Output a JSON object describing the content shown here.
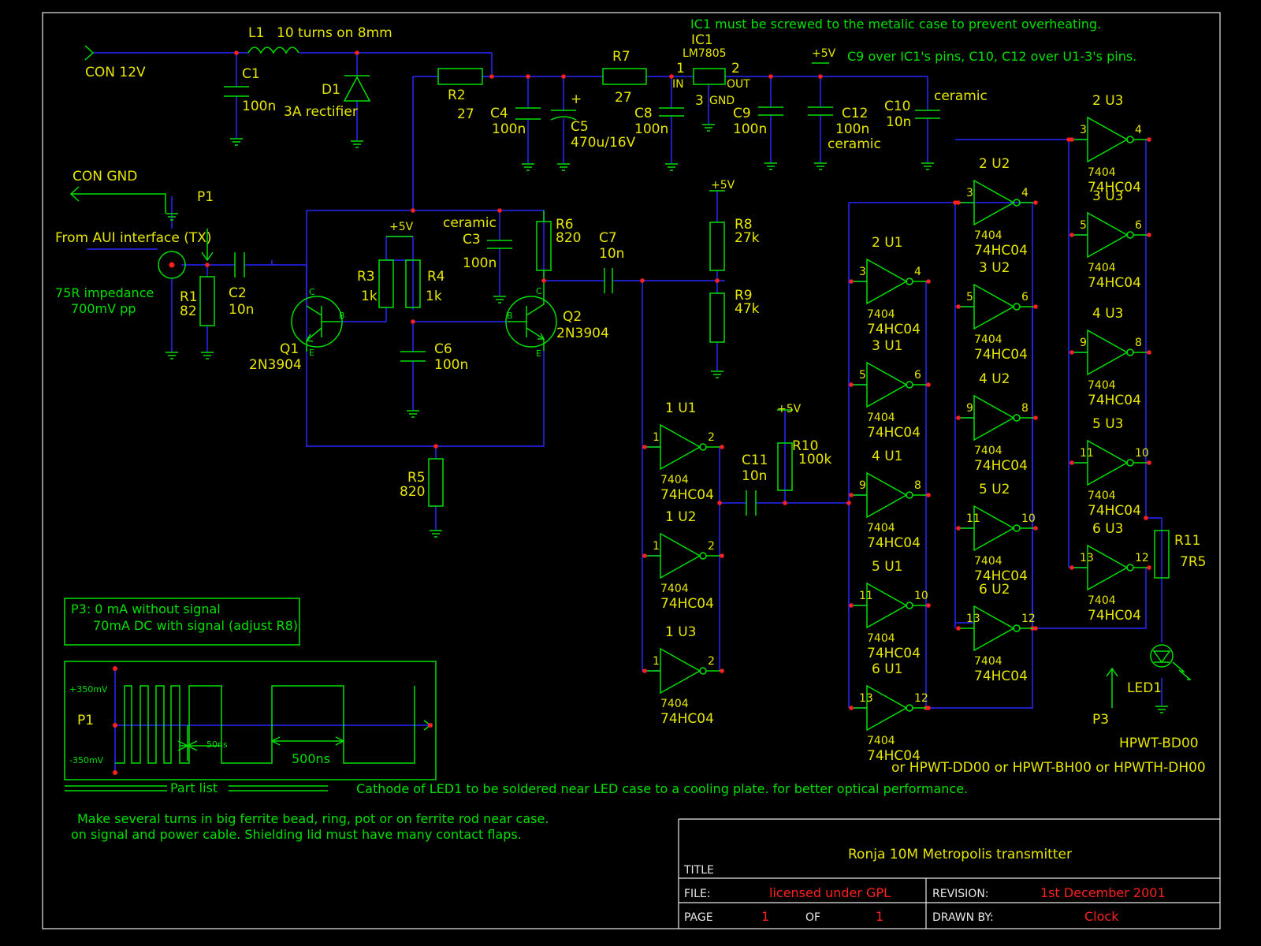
{
  "notes": {
    "ic1_note": "IC1 must be screwed to the metalic case to prevent overheating.",
    "cap_note": "C9 over IC1's pins, C10, C12 over U1-3's pins.",
    "p3_line1": "P3: 0 mA without signal",
    "p3_line2": "70mA DC with signal (adjust R8)",
    "part_list": "Part list",
    "cathode_note": "Cathode of LED1 to be soldered near LED case to a cooling plate. for better optical performance.",
    "ferrite_line1": "Make several turns in big ferrite bead, ring, pot or on ferrite rod near case.",
    "ferrite_line2": "on signal and power cable. Shielding lid must have many contact flaps.",
    "led_alt_1": "HPWT-BD00",
    "led_alt_2": "or HPWT-DD00 or HPWT-BH00 or HPWTH-DH00"
  },
  "labels": {
    "con12v": "CON 12V",
    "congnd": "CON GND",
    "from_aui": "From AUI interface (TX)",
    "impedance": "75R impedance",
    "vpp": "700mV pp",
    "p1": "P1",
    "p3": "P3",
    "l1": "L1",
    "l1_desc": "10 turns on 8mm",
    "d1": "D1",
    "d1_desc": "3A rectifier",
    "c1": "C1",
    "c1_val": "100n",
    "r2": "R2",
    "r2_val": "27",
    "r7": "R7",
    "r7_val": "27",
    "ic1": "IC1",
    "ic1_type": "LM7805",
    "pin_in": "IN",
    "pin_out": "OUT",
    "pin_gnd": "GND",
    "pin1": "1",
    "pin2": "2",
    "pin3": "3",
    "c4": "C4",
    "c4_val": "100n",
    "c5": "C5",
    "c5_val": "470u/16V",
    "c8": "C8",
    "c8_val": "100n",
    "c9": "C9",
    "c9_val": "100n",
    "c12": "C12",
    "c12_val": "100n",
    "c12_type": "ceramic",
    "c10": "C10",
    "c10_val": "10n",
    "c10_type": "ceramic",
    "plus5v": "+5V",
    "plus": "+",
    "r1": "R1",
    "r1_val": "82",
    "c2": "C2",
    "c2_val": "10n",
    "q1": "Q1",
    "q1_type": "2N3904",
    "q2": "Q2",
    "q2_type": "2N3904",
    "r3": "R3",
    "r3_val": "1k",
    "r4": "R4",
    "r4_val": "1k",
    "c3": "C3",
    "c3_val": "100n",
    "c3_type": "ceramic",
    "c6": "C6",
    "c6_val": "100n",
    "r6": "R6",
    "r6_val": "820",
    "r5": "R5",
    "r5_val": "820",
    "c7": "C7",
    "c7_val": "10n",
    "r8": "R8",
    "r8_val": "27k",
    "r9": "R9",
    "r9_val": "47k",
    "c11": "C11",
    "c11_val": "10n",
    "r10": "R10",
    "r10_val": "100k",
    "r11": "R11",
    "r11_val": "7R5",
    "led1": "LED1",
    "pin_b": "B",
    "pin_c": "C",
    "pin_e": "E"
  },
  "gates": [
    {
      "ref": "1 U1",
      "pin_in": "1",
      "pin_out": "2",
      "t1": "7404",
      "t2": "74HC04"
    },
    {
      "ref": "1 U2",
      "pin_in": "1",
      "pin_out": "2",
      "t1": "7404",
      "t2": "74HC04"
    },
    {
      "ref": "1 U3",
      "pin_in": "1",
      "pin_out": "2",
      "t1": "7404",
      "t2": "74HC04"
    },
    {
      "ref": "2 U1",
      "pin_in": "3",
      "pin_out": "4",
      "t1": "7404",
      "t2": "74HC04"
    },
    {
      "ref": "3 U1",
      "pin_in": "5",
      "pin_out": "6",
      "t1": "7404",
      "t2": "74HC04"
    },
    {
      "ref": "4 U1",
      "pin_in": "9",
      "pin_out": "8",
      "t1": "7404",
      "t2": "74HC04"
    },
    {
      "ref": "5 U1",
      "pin_in": "11",
      "pin_out": "10",
      "t1": "7404",
      "t2": "74HC04"
    },
    {
      "ref": "6 U1",
      "pin_in": "13",
      "pin_out": "12",
      "t1": "7404",
      "t2": "74HC04"
    },
    {
      "ref": "2 U2",
      "pin_in": "3",
      "pin_out": "4",
      "t1": "7404",
      "t2": "74HC04"
    },
    {
      "ref": "3 U2",
      "pin_in": "5",
      "pin_out": "6",
      "t1": "7404",
      "t2": "74HC04"
    },
    {
      "ref": "4 U2",
      "pin_in": "9",
      "pin_out": "8",
      "t1": "7404",
      "t2": "74HC04"
    },
    {
      "ref": "5 U2",
      "pin_in": "11",
      "pin_out": "10",
      "t1": "7404",
      "t2": "74HC04"
    },
    {
      "ref": "6 U2",
      "pin_in": "13",
      "pin_out": "12",
      "t1": "7404",
      "t2": "74HC04"
    },
    {
      "ref": "2 U3",
      "pin_in": "3",
      "pin_out": "4",
      "t1": "7404",
      "t2": "74HC04"
    },
    {
      "ref": "3 U3",
      "pin_in": "5",
      "pin_out": "6",
      "t1": "7404",
      "t2": "74HC04"
    },
    {
      "ref": "4 U3",
      "pin_in": "9",
      "pin_out": "8",
      "t1": "7404",
      "t2": "74HC04"
    },
    {
      "ref": "5 U3",
      "pin_in": "11",
      "pin_out": "10",
      "t1": "7404",
      "t2": "74HC04"
    },
    {
      "ref": "6 U3",
      "pin_in": "13",
      "pin_out": "12",
      "t1": "7404",
      "t2": "74HC04"
    }
  ],
  "waveform": {
    "p1": "P1",
    "plus": "+350mV",
    "minus": "-350mV",
    "t50": "50ns",
    "t500": "500ns"
  },
  "title_block": {
    "title_label": "TITLE",
    "title": "Ronja 10M Metropolis transmitter",
    "file_label": "FILE:",
    "file": "licensed under GPL",
    "revision_label": "REVISION:",
    "revision": "1st December 2001",
    "page_label": "PAGE",
    "page": "1",
    "of_label": "OF",
    "of": "1",
    "drawn_label": "DRAWN BY:",
    "drawn": "Clock"
  },
  "colors": {
    "wire": "#2828ff",
    "part": "#00e000",
    "text": "#e6e600",
    "node": "#ff2020",
    "background": "#000000"
  }
}
